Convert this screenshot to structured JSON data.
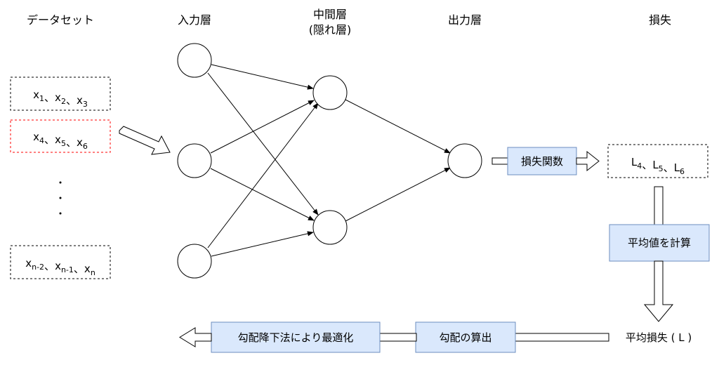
{
  "headers": {
    "dataset": "データセット",
    "input_layer": "入力層",
    "hidden_layer_line1": "中間層",
    "hidden_layer_line2": "(隠れ層)",
    "output_layer": "出力層",
    "loss": "損失"
  },
  "batches": [
    {
      "vars": [
        {
          "base": "x",
          "sub": "1"
        },
        {
          "base": "x",
          "sub": "2"
        },
        {
          "base": "x",
          "sub": "3"
        }
      ],
      "highlighted": false
    },
    {
      "vars": [
        {
          "base": "x",
          "sub": "4"
        },
        {
          "base": "x",
          "sub": "5"
        },
        {
          "base": "x",
          "sub": "6"
        }
      ],
      "highlighted": true
    },
    {
      "vars": [
        {
          "base": "x",
          "sub": "n-2"
        },
        {
          "base": "x",
          "sub": "n-1"
        },
        {
          "base": "x",
          "sub": "n"
        }
      ],
      "highlighted": false
    }
  ],
  "losses": [
    {
      "base": "L",
      "sub": "4"
    },
    {
      "base": "L",
      "sub": "5"
    },
    {
      "base": "L",
      "sub": "6"
    }
  ],
  "separator": "、",
  "steps": {
    "loss_function": "損失関数",
    "mean": "平均値を計算",
    "mean_loss": "平均損失 ( L )",
    "gradient": "勾配の算出",
    "optimize": "勾配降下法により最適化"
  },
  "colors": {
    "box_fill": "#dae8fc",
    "box_stroke": "#6c8ebf",
    "highlight_stroke": "#ff0000",
    "line": "#000000"
  }
}
